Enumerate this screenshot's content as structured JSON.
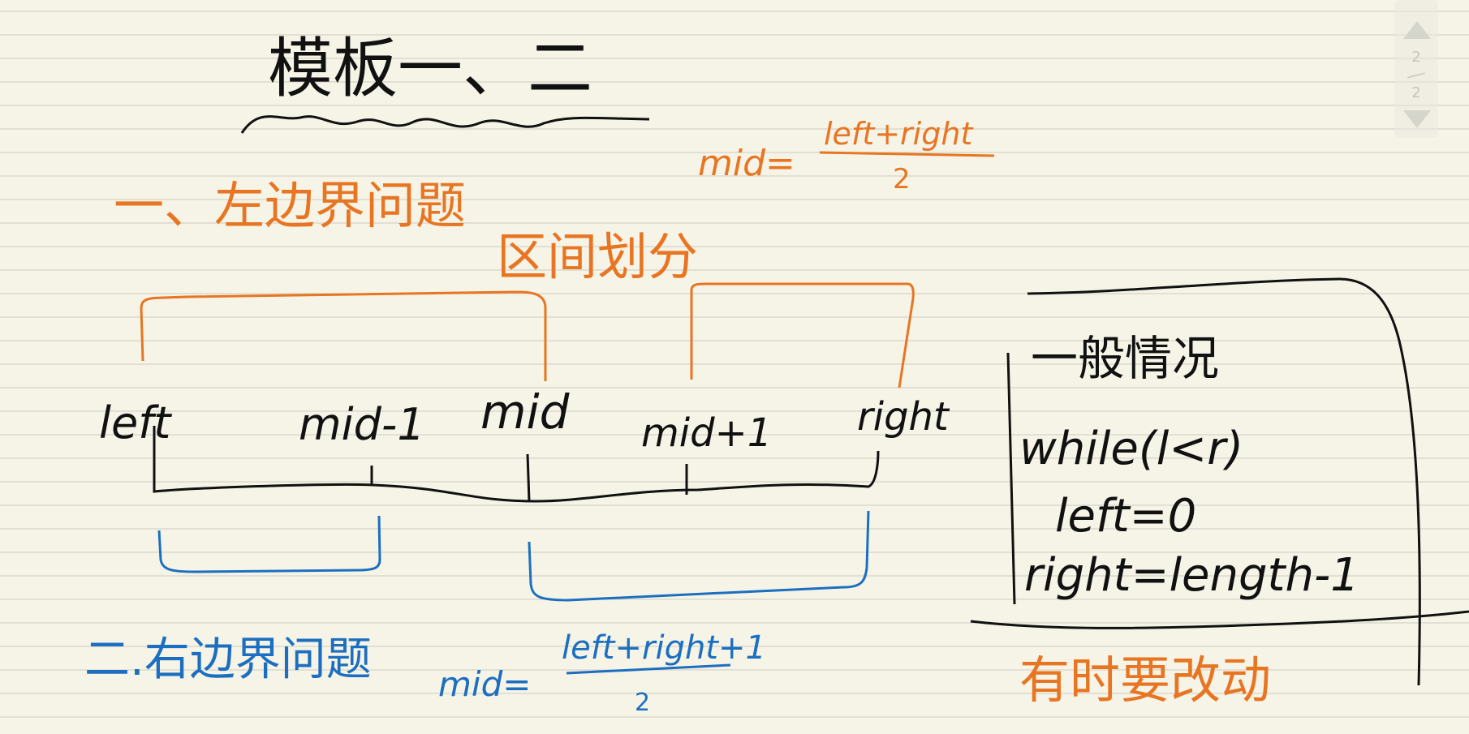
{
  "title": "模板一、二",
  "section_left": "一、左边界问题",
  "section_right": "二.右边界问题",
  "interval_label": "区间划分",
  "formula_left": {
    "lhs": "mid=",
    "numerator": "left+right",
    "denominator": "2"
  },
  "formula_right": {
    "lhs": "mid=",
    "numerator": "left+right+1",
    "denominator": "2"
  },
  "axis_labels": [
    "left",
    "mid-1",
    "mid",
    "mid+1",
    "right"
  ],
  "box": {
    "heading": "一般情况",
    "lines": [
      "while(l<r)",
      "left=0",
      "right=length-1"
    ]
  },
  "note": "有时要改动",
  "pager": {
    "current": "2",
    "total": "2"
  },
  "colors": {
    "paper": "#f6f4e7",
    "rule": "#cdcbc2",
    "black": "#111111",
    "orange": "#e87522",
    "blue": "#1c6fc0"
  }
}
